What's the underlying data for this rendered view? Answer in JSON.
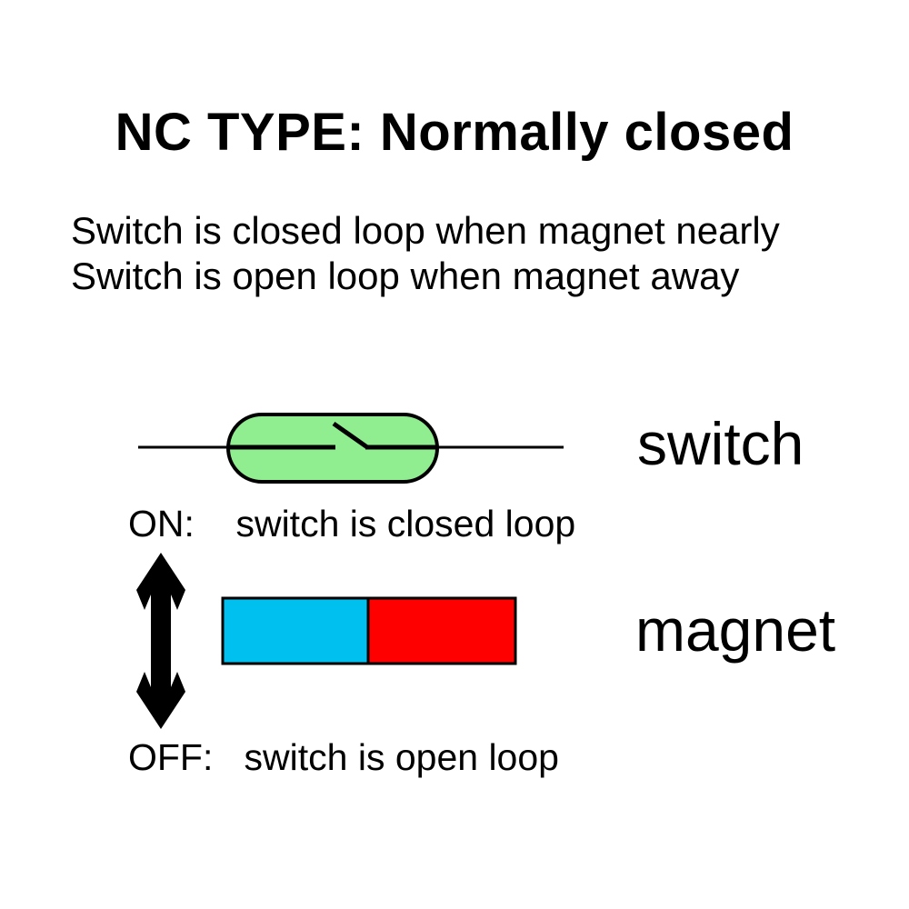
{
  "title": "NC TYPE: Normally closed",
  "description": {
    "line1": "Switch is closed loop when magnet nearly",
    "line2": "Switch is open loop when magnet away"
  },
  "switch_section": {
    "label": "switch",
    "state_text": "ON:    switch is closed loop"
  },
  "magnet_section": {
    "label": "magnet",
    "state_text": "OFF:   switch is open loop"
  },
  "colors": {
    "ink": "#000000",
    "reed_switch_fill": "#90EE90",
    "magnet_north_fill": "#00C0F0",
    "magnet_south_fill": "#FF0000",
    "background": "#FFFFFF"
  },
  "icons": {
    "move_arrow": "vertical-double-arrow-icon"
  }
}
